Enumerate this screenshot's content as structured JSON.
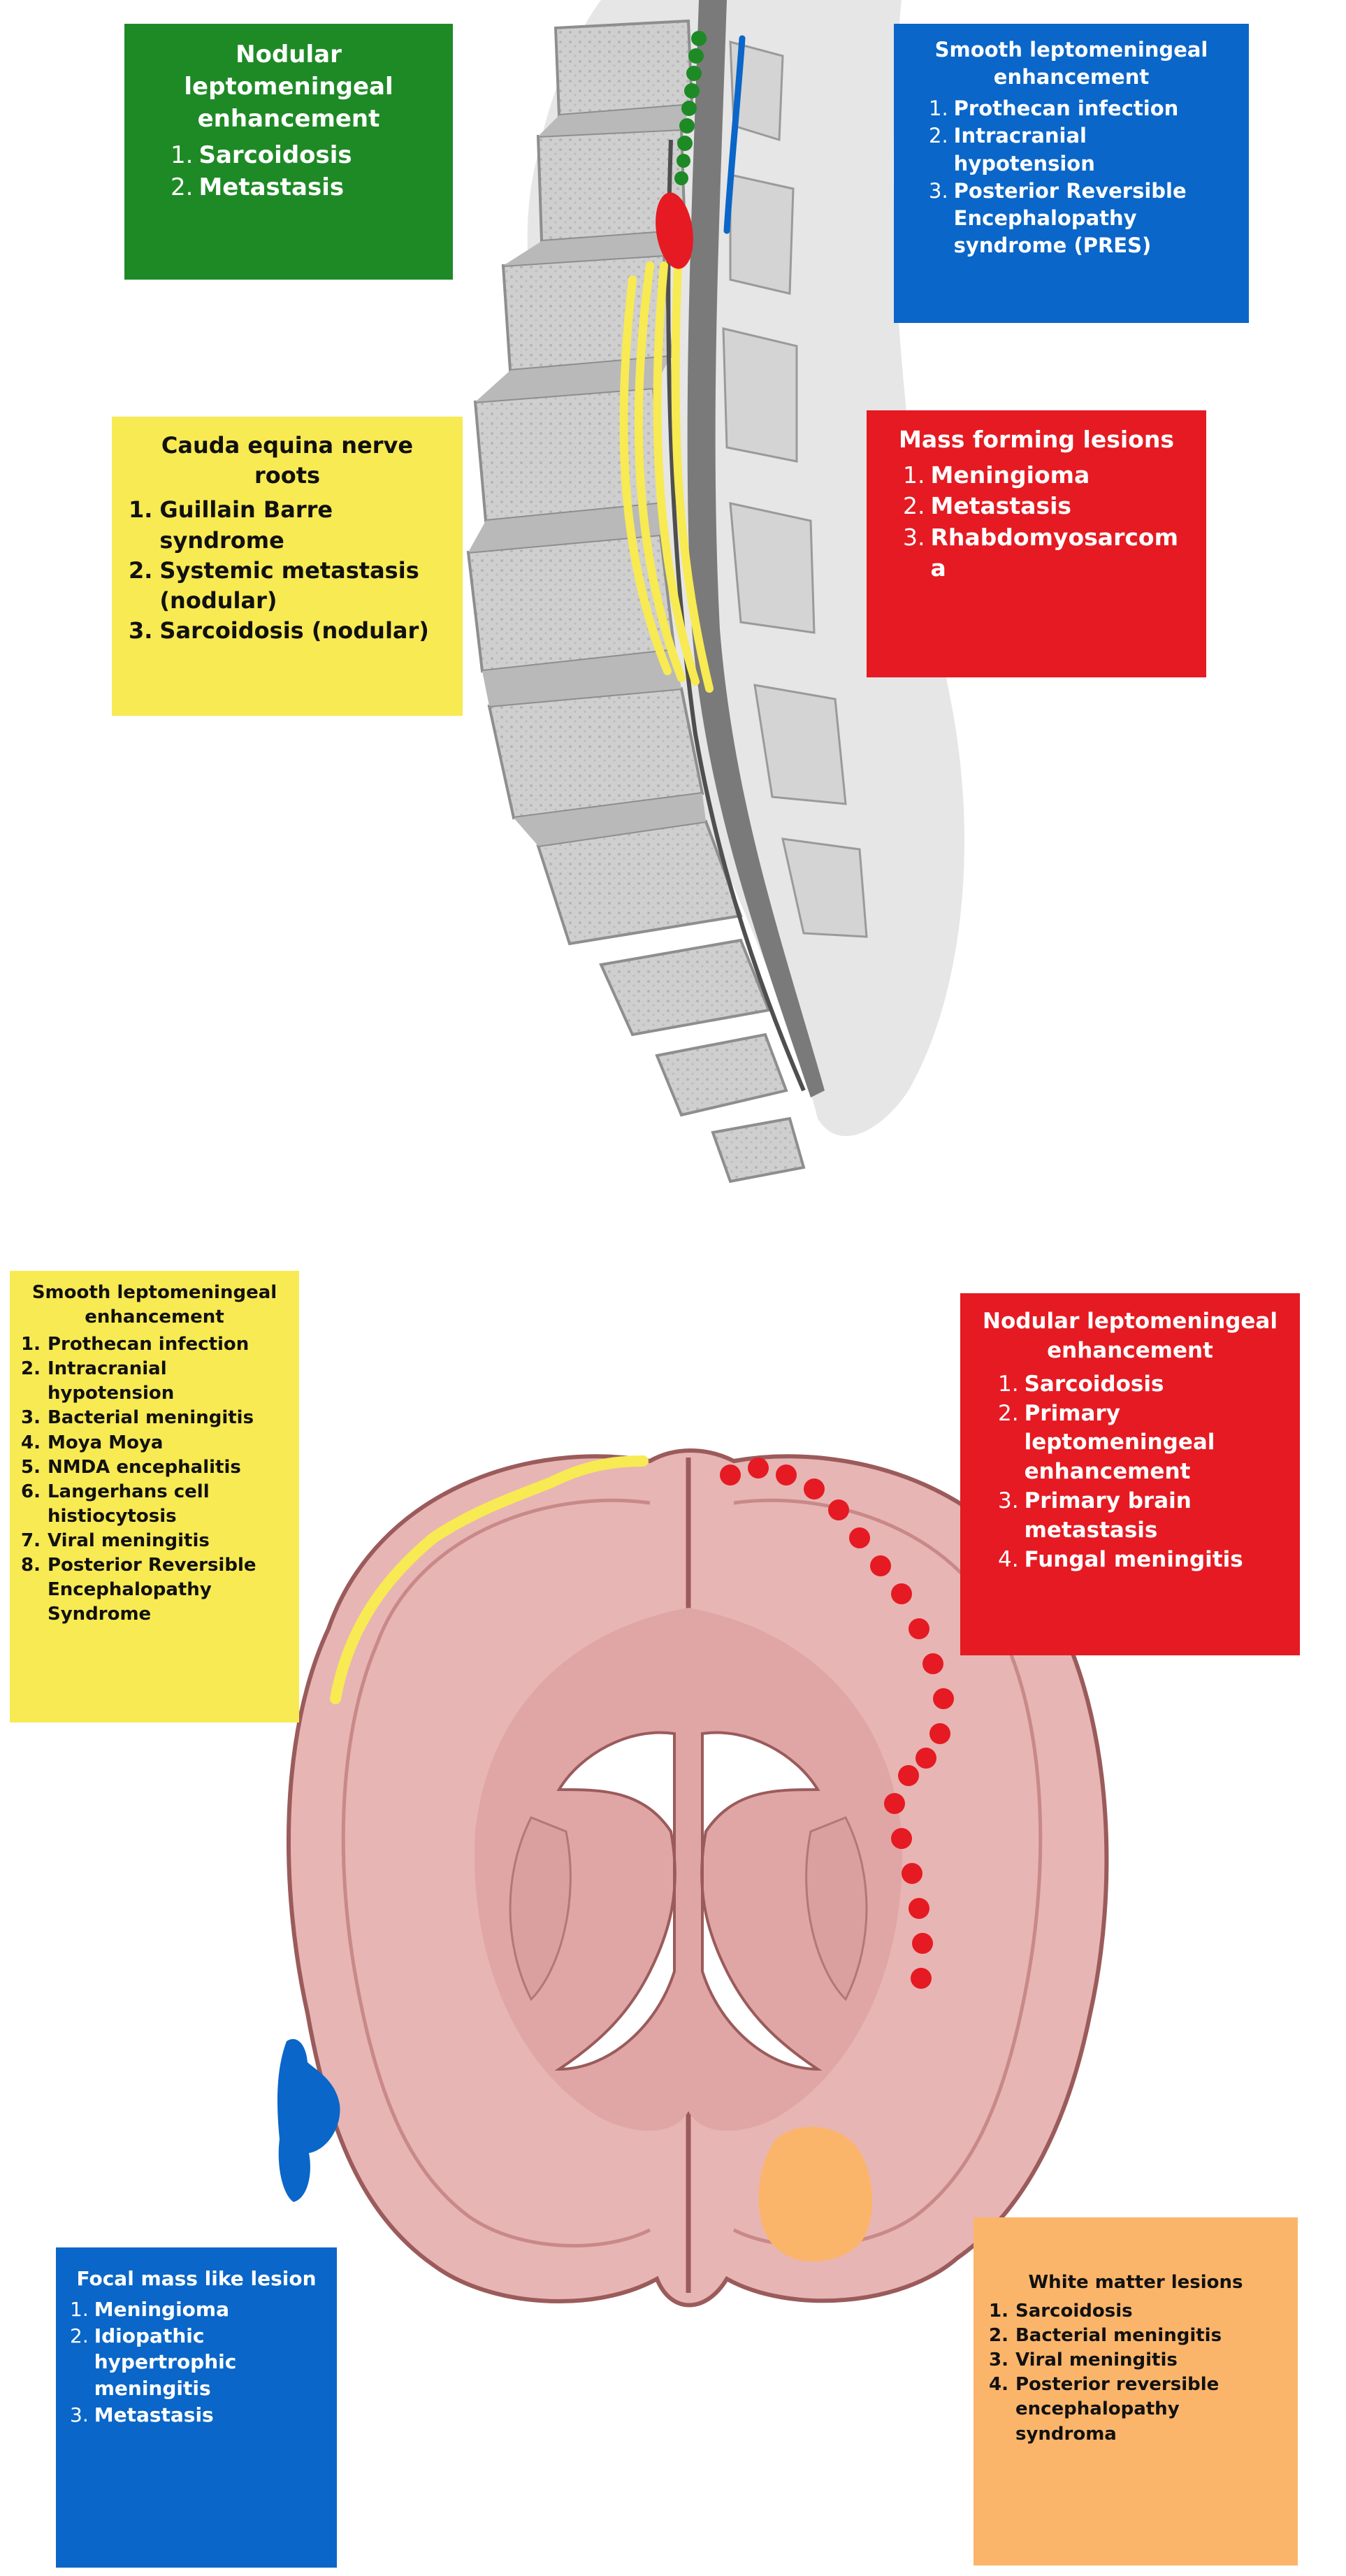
{
  "colors": {
    "green": "#1e8a26",
    "blue": "#0a66c8",
    "yellow": "#f8ea52",
    "red": "#e51a22",
    "orange": "#fbb56a",
    "brain": "#e7b5b4",
    "spine_bone": "#c9c9c9",
    "cord": "#7a7a7a"
  },
  "spine": {
    "nodular": {
      "title": "Nodular leptomeningeal enhancement",
      "items": [
        {
          "num": "1.",
          "text": "Sarcoidosis"
        },
        {
          "num": "2.",
          "text": "Metastasis"
        }
      ]
    },
    "smooth": {
      "title": "Smooth leptomeningeal enhancement",
      "items": [
        {
          "num": "1.",
          "text": "Prothecan infection"
        },
        {
          "num": "2.",
          "text": "Intracranial hypotension"
        },
        {
          "num": "3.",
          "text": "Posterior Reversible Encephalopathy syndrome (PRES)"
        }
      ]
    },
    "cauda": {
      "title": "Cauda equina nerve roots",
      "items": [
        {
          "num": "1.",
          "text": "Guillain Barre syndrome"
        },
        {
          "num": "2.",
          "text": "Systemic metastasis (nodular)"
        },
        {
          "num": "3.",
          "text": "Sarcoidosis (nodular)"
        }
      ]
    },
    "mass": {
      "title": "Mass forming lesions",
      "items": [
        {
          "num": "1.",
          "text": "Meningioma"
        },
        {
          "num": "2.",
          "text": "Metastasis"
        },
        {
          "num": "3.",
          "text": "Rhabdomyosarcoma"
        }
      ]
    }
  },
  "brain": {
    "smooth": {
      "title": "Smooth leptomeningeal enhancement",
      "items": [
        {
          "num": "1.",
          "text": "Prothecan infection"
        },
        {
          "num": "2.",
          "text": "Intracranial hypotension"
        },
        {
          "num": "3.",
          "text": "Bacterial meningitis"
        },
        {
          "num": "4.",
          "text": "Moya Moya"
        },
        {
          "num": "5.",
          "text": "NMDA encephalitis"
        },
        {
          "num": "6.",
          "text": "Langerhans cell histiocytosis"
        },
        {
          "num": "7.",
          "text": "Viral meningitis"
        },
        {
          "num": "8.",
          "text": "Posterior Reversible Encephalopathy Syndrome"
        }
      ]
    },
    "nodular": {
      "title": "Nodular leptomeningeal enhancement",
      "items": [
        {
          "num": "1.",
          "text": "Sarcoidosis"
        },
        {
          "num": "2.",
          "text": "Primary leptomeningeal enhancement"
        },
        {
          "num": "3.",
          "text": "Primary brain metastasis"
        },
        {
          "num": "4.",
          "text": "Fungal meningitis"
        }
      ]
    },
    "focal": {
      "title": "Focal mass like lesion",
      "items": [
        {
          "num": "1.",
          "text": "Meningioma"
        },
        {
          "num": "2.",
          "text": "Idiopathic hypertrophic meningitis"
        },
        {
          "num": "3.",
          "text": "Metastasis"
        }
      ]
    },
    "white": {
      "title": "White matter lesions",
      "items": [
        {
          "num": "1.",
          "text": "Sarcoidosis"
        },
        {
          "num": "2.",
          "text": "Bacterial meningitis"
        },
        {
          "num": "3.",
          "text": "Viral meningitis"
        },
        {
          "num": "4.",
          "text": "Posterior reversible encephalopathy syndroma"
        }
      ]
    }
  }
}
